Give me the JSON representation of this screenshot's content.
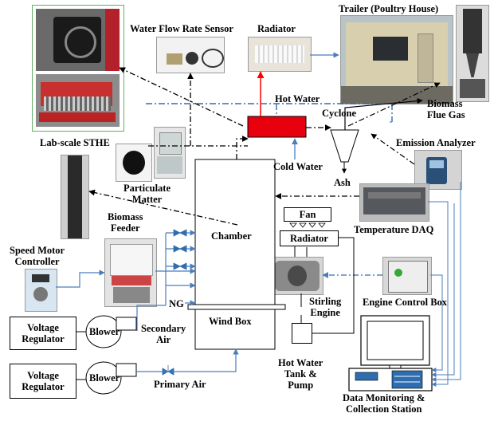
{
  "labels": {
    "trailer": "Trailer (Poultry House)",
    "water_flow_sensor": "Water Flow Rate Sensor",
    "radiator_top": "Radiator",
    "hot_water": "Hot Water",
    "cyclone": "Cyclone",
    "biomass_flue_gas": "Biomass\nFlue Gas",
    "emission_analyzer": "Emission Analyzer",
    "lab_scale_sthe": "Lab-scale STHE",
    "cold_water": "Cold Water",
    "particulate_matter": "Particulate\nMatter",
    "ash": "Ash",
    "biomass_feeder": "Biomass\nFeeder",
    "chamber": "Chamber",
    "fan": "Fan",
    "radiator_engine": "Radiator",
    "temperature_daq": "Temperature DAQ",
    "speed_motor_controller": "Speed Motor\nController",
    "engine_control_box": "Engine Control Box",
    "stirling_engine": "Stirling\nEngine",
    "ng": "NG",
    "wind_box": "Wind Box",
    "secondary_air": "Secondary\nAir",
    "voltage_regulator_1": "Voltage\nRegulator",
    "blower_1": "Blower",
    "hot_water_tank_pump": "Hot Water\nTank &\nPump",
    "voltage_regulator_2": "Voltage\nRegulator",
    "blower_2": "Blower",
    "primary_air": "Primary Air",
    "data_monitoring": "Data Monitoring &\nCollection Station"
  },
  "colors": {
    "signal_line": "#4a7ebb",
    "hot_water_line": "#ff0000",
    "heat_exchanger": "#e8000f",
    "valve": "#2e6db0",
    "sthe_frame": "#5fb05f"
  }
}
